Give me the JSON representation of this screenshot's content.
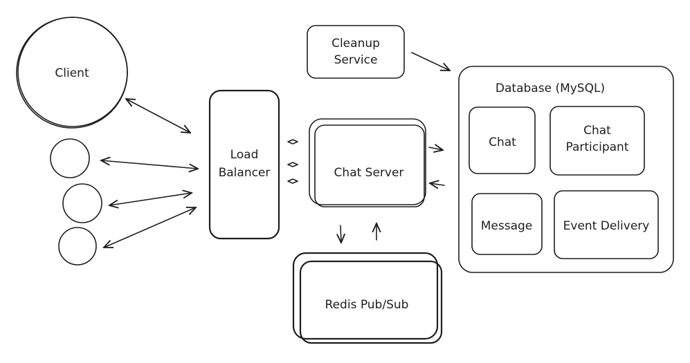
{
  "nodes": {
    "client": {
      "label": "Client"
    },
    "load_balancer": {
      "line1": "Load",
      "line2": "Balancer"
    },
    "cleanup_service": {
      "line1": "Cleanup",
      "line2": "Service"
    },
    "chat_server": {
      "label": "Chat Server"
    },
    "redis": {
      "label": "Redis Pub/Sub"
    },
    "database": {
      "title": "Database (MySQL)",
      "tables": {
        "chat": "Chat",
        "chat_participant_1": "Chat",
        "chat_participant_2": "Participant",
        "message": "Message",
        "event_delivery": "Event Delivery"
      }
    }
  }
}
